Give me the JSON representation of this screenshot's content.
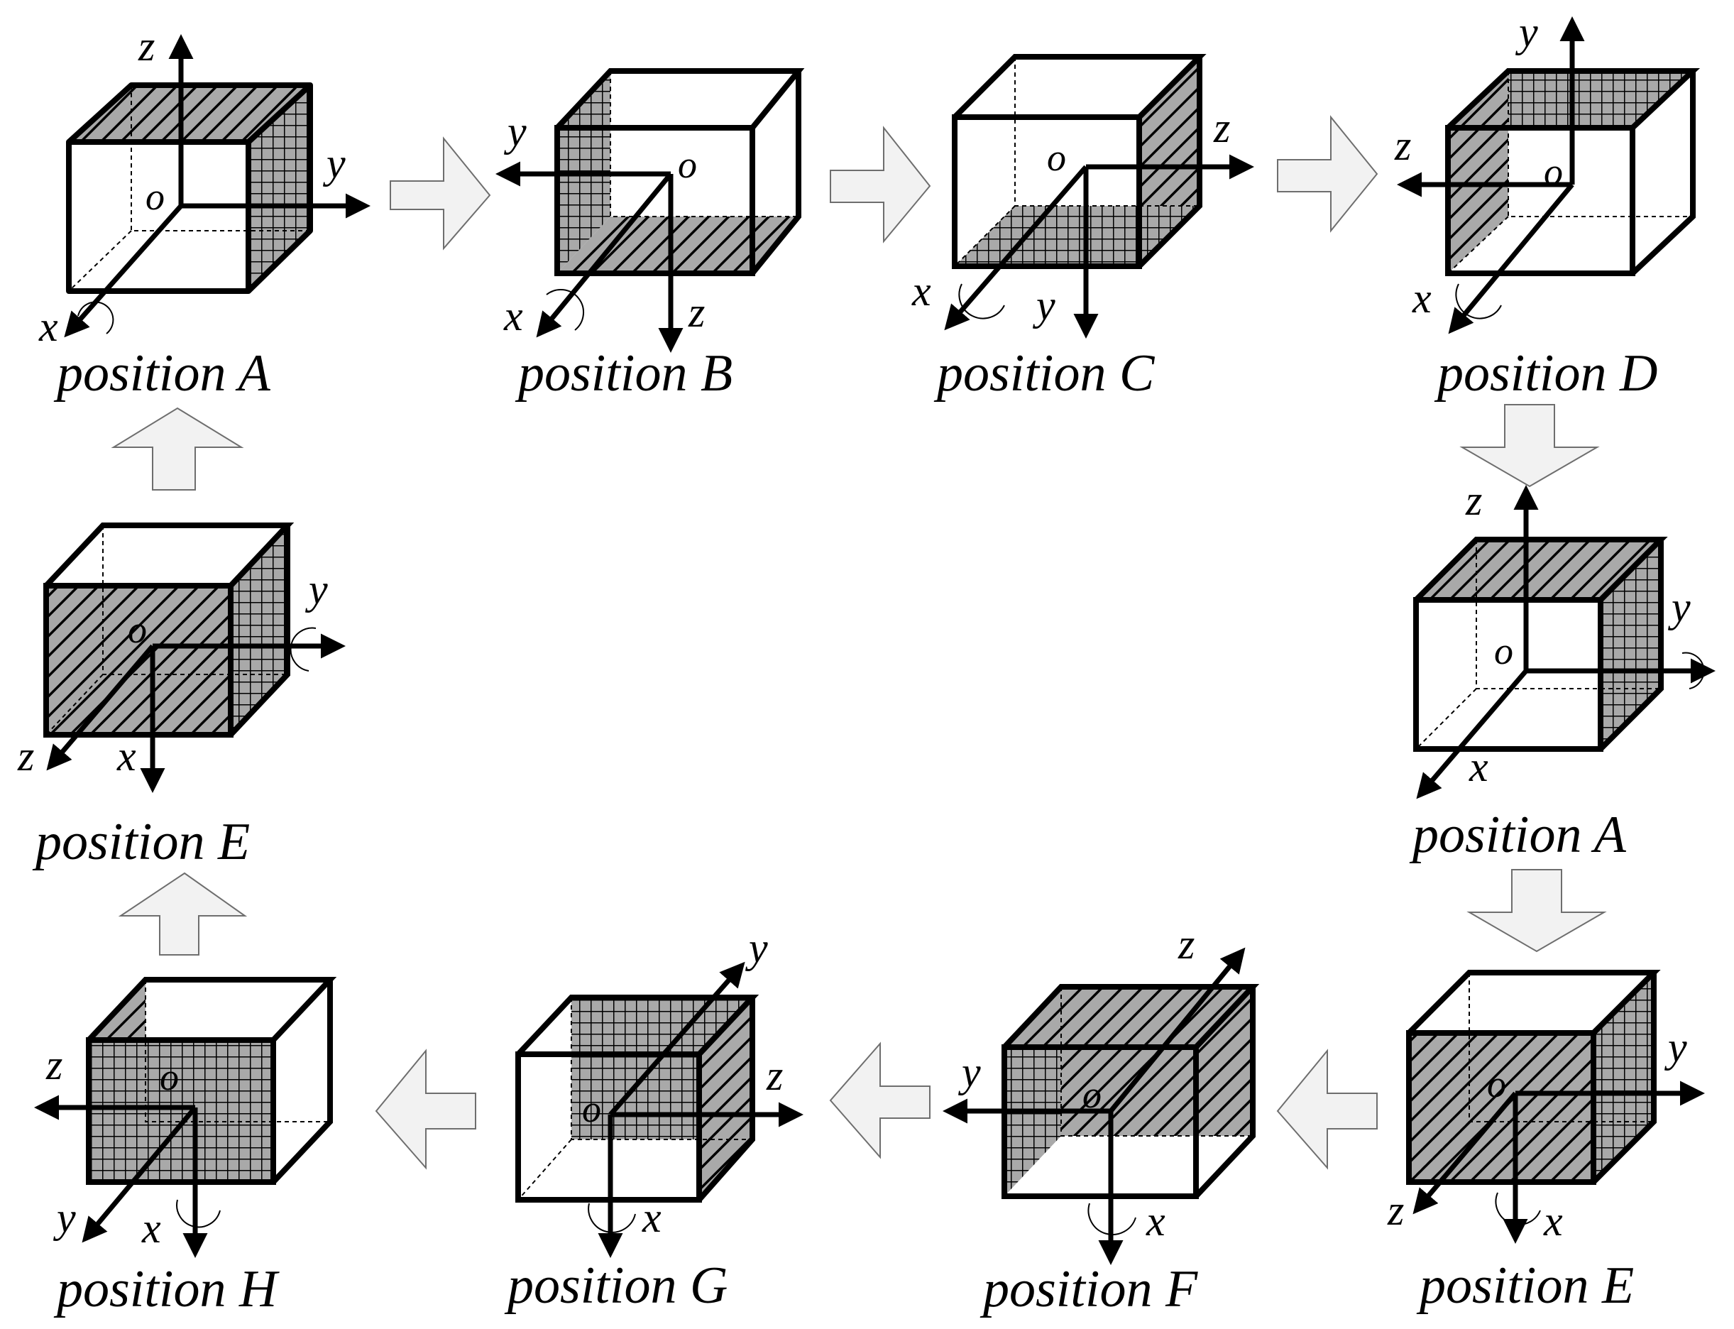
{
  "colors": {
    "stroke": "#000000",
    "face_fill": "#a9a9a9",
    "arrow_fill": "#f2f2f2",
    "arrow_stroke": "#6e6e6e",
    "background": "#ffffff"
  },
  "patterns": [
    "diagonal-hatch",
    "grid-mesh"
  ],
  "positions": [
    {
      "label": "position A",
      "origin": "o",
      "axes": [
        "x",
        "y",
        "z"
      ],
      "hatched_face": "top",
      "mesh_face": "right"
    },
    {
      "label": "position B",
      "origin": "o",
      "axes": [
        "x",
        "y",
        "z"
      ],
      "hatched_face": "bottom",
      "mesh_face": "back-left"
    },
    {
      "label": "position C",
      "origin": "o",
      "axes": [
        "x",
        "y",
        "z"
      ],
      "hatched_face": "right",
      "mesh_face": "bottom"
    },
    {
      "label": "position D",
      "origin": "o",
      "axes": [
        "x",
        "y",
        "z"
      ],
      "hatched_face": "back-left",
      "mesh_face": "top"
    },
    {
      "label": "position A",
      "origin": "o",
      "axes": [
        "x",
        "y",
        "z"
      ],
      "hatched_face": "top",
      "mesh_face": "right"
    },
    {
      "label": "position E",
      "origin": "o",
      "axes": [
        "x",
        "y",
        "z"
      ],
      "hatched_face": "front",
      "mesh_face": "right"
    },
    {
      "label": "position F",
      "origin": "o",
      "axes": [
        "x",
        "y",
        "z"
      ],
      "hatched_face": "back",
      "mesh_face": "back-left"
    },
    {
      "label": "position G",
      "origin": "o",
      "axes": [
        "x",
        "y",
        "z"
      ],
      "hatched_face": "right",
      "mesh_face": "back"
    },
    {
      "label": "position H",
      "origin": "o",
      "axes": [
        "x",
        "y",
        "z"
      ],
      "hatched_face": "back-left",
      "mesh_face": "front"
    },
    {
      "label": "position E",
      "origin": "o",
      "axes": [
        "x",
        "y",
        "z"
      ],
      "hatched_face": "front",
      "mesh_face": "right"
    }
  ],
  "transitions": [
    {
      "from": 0,
      "to": 1,
      "direction": "right"
    },
    {
      "from": 1,
      "to": 2,
      "direction": "right"
    },
    {
      "from": 2,
      "to": 3,
      "direction": "right"
    },
    {
      "from": 3,
      "to": 4,
      "direction": "down"
    },
    {
      "from": 4,
      "to": 5,
      "direction": "down"
    },
    {
      "from": 5,
      "to": 6,
      "direction": "left"
    },
    {
      "from": 6,
      "to": 7,
      "direction": "left"
    },
    {
      "from": 7,
      "to": 8,
      "direction": "left"
    },
    {
      "from": 8,
      "to": 9,
      "direction": "up"
    },
    {
      "from": 9,
      "to": 0,
      "direction": "up"
    }
  ]
}
